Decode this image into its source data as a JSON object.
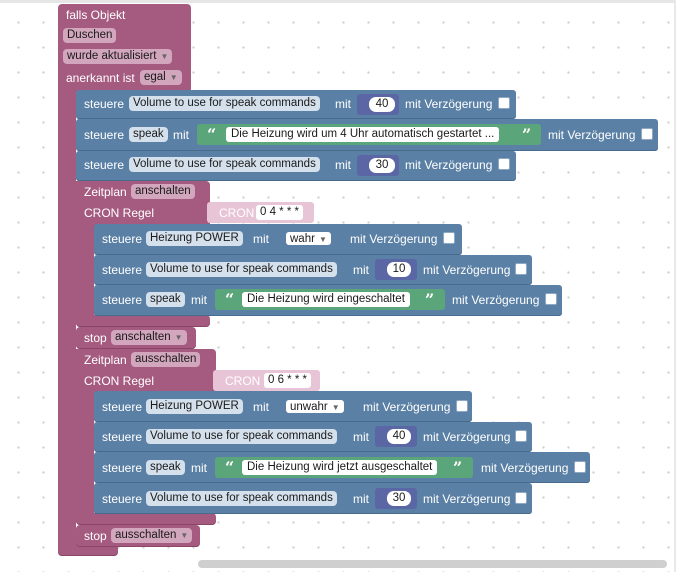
{
  "event": {
    "title": "falls Objekt",
    "object": "Duschen",
    "trigger": "wurde aktualisiert",
    "ack_label": "anerkannt ist",
    "ack_value": "egal"
  },
  "common": {
    "control": "steuere",
    "with": "mit",
    "delay": "mit Verzögerung",
    "volume": "Volume to use for speak commands",
    "speak": "speak",
    "power": "Heizung POWER"
  },
  "top": {
    "vol1": "40",
    "speak_text": "Die Heizung wird um 4 Uhr automatisch gestartet ...",
    "vol2": "30"
  },
  "schedule_on": {
    "label": "Zeitplan",
    "name": "anschalten",
    "cron_rule": "CRON Regel",
    "cron": "CRON",
    "cron_value": "0 4 * * *",
    "power_value": "wahr",
    "vol": "10",
    "speak_text": "Die Heizung wird eingeschaltet"
  },
  "stop_on": {
    "label": "stop",
    "value": "anschalten"
  },
  "schedule_off": {
    "label": "Zeitplan",
    "name": "ausschalten",
    "cron_rule": "CRON Regel",
    "cron": "CRON",
    "cron_value": "0 6 * * *",
    "power_value": "unwahr",
    "vol1": "40",
    "speak_text": "Die Heizung wird jetzt ausgeschaltet",
    "vol2": "30"
  },
  "stop_off": {
    "label": "stop",
    "value": "ausschalten"
  },
  "colors": {
    "event": "#a55b80",
    "control": "#5b80a5",
    "number": "#5b67a5",
    "text": "#5ba57a"
  }
}
